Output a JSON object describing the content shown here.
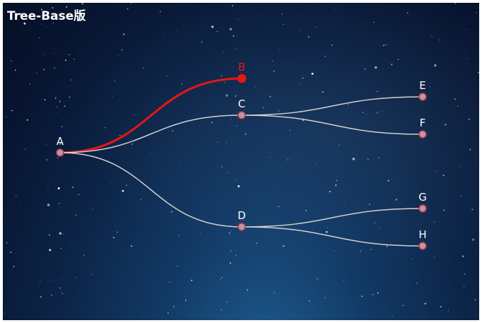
{
  "title": "Tree-Base版",
  "colors": {
    "link": "#d0d0d0",
    "highlight": "#e81515",
    "node_fill": "#b09bb0",
    "node_stroke": "#c0353b",
    "label": "#ffffff"
  },
  "tree": {
    "nodes": [
      {
        "id": "A",
        "label": "A"
      },
      {
        "id": "B",
        "label": "B",
        "highlight": true
      },
      {
        "id": "C",
        "label": "C"
      },
      {
        "id": "D",
        "label": "D"
      },
      {
        "id": "E",
        "label": "E"
      },
      {
        "id": "F",
        "label": "F"
      },
      {
        "id": "G",
        "label": "G"
      },
      {
        "id": "H",
        "label": "H"
      }
    ],
    "edges": [
      {
        "from": "A",
        "to": "B",
        "highlight": true
      },
      {
        "from": "A",
        "to": "C"
      },
      {
        "from": "A",
        "to": "D"
      },
      {
        "from": "C",
        "to": "E"
      },
      {
        "from": "C",
        "to": "F"
      },
      {
        "from": "D",
        "to": "G"
      },
      {
        "from": "D",
        "to": "H"
      }
    ]
  }
}
